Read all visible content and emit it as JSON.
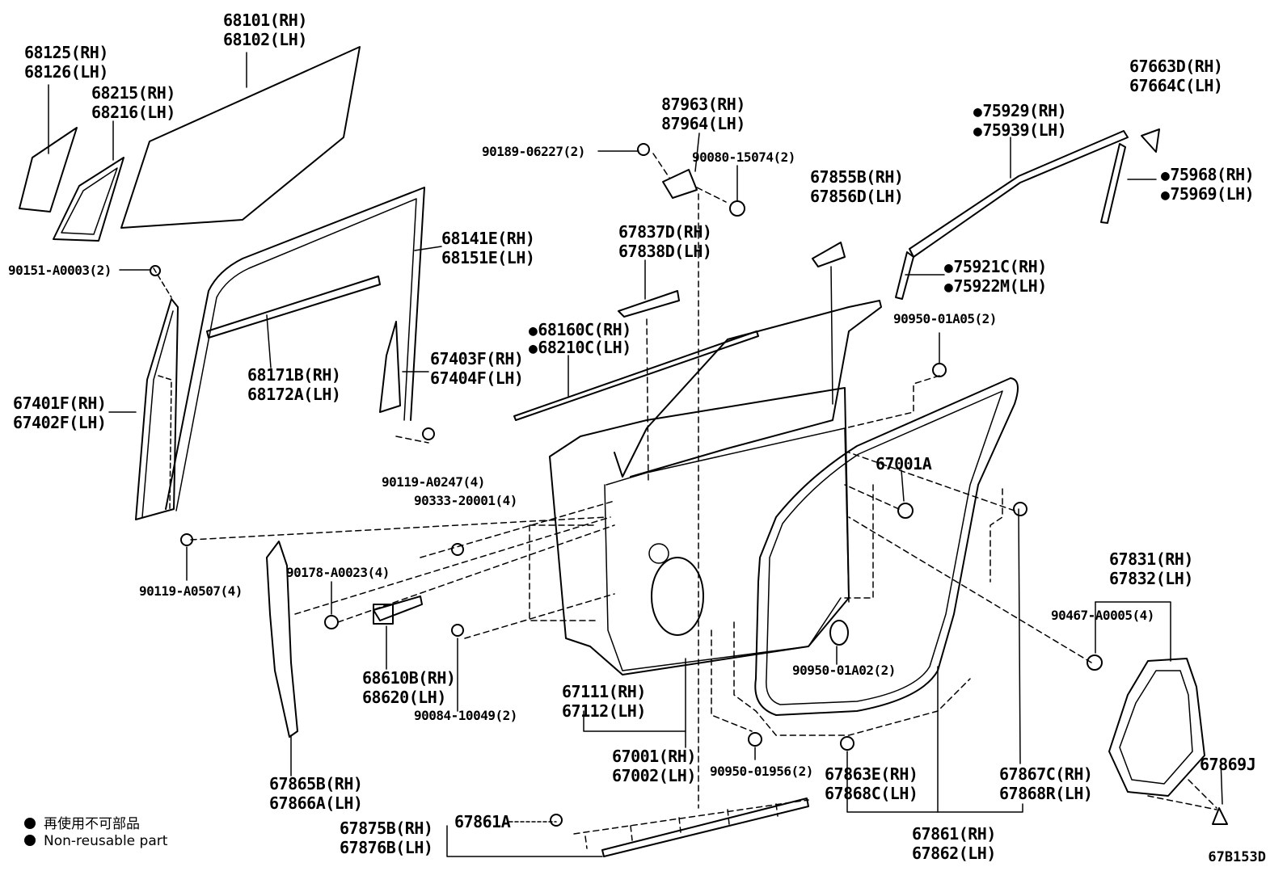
{
  "labels": {
    "p68125": "68125(RH)",
    "p68126": "68126(LH)",
    "p68101": "68101(RH)",
    "p68102": "68102(LH)",
    "p68215": "68215(RH)",
    "p68216": "68216(LH)",
    "p90151": "90151-A0003(2)",
    "p68141": "68141E(RH)",
    "p68151": "68151E(LH)",
    "p68171": "68171B(RH)",
    "p68172": "68172A(LH)",
    "p67401": "67401F(RH)",
    "p67402": "67402F(LH)",
    "p67403": "67403F(RH)",
    "p67404": "67404F(LH)",
    "p90119a": "90119-A0247(4)",
    "p90333": "90333-20001(4)",
    "p90119b": "90119-A0507(4)",
    "p90178": "90178-A0023(4)",
    "p68610": "68610B(RH)",
    "p68620": "68620(LH)",
    "p90084": "90084-10049(2)",
    "p67865": "67865B(RH)",
    "p67866": "67866A(LH)",
    "p67875": "67875B(RH)",
    "p67876": "67876B(LH)",
    "p67861a": "67861A",
    "p90189": "90189-06227(2)",
    "p87963": "87963(RH)",
    "p87964": "87964(LH)",
    "p90080": "90080-15074(2)",
    "p67837": "67837D(RH)",
    "p67838": "67838D(LH)",
    "p68160": "68160C(RH)",
    "p68210": "68210C(LH)",
    "p67855": "67855B(RH)",
    "p67856": "67856D(LH)",
    "p75929": "75929(RH)",
    "p75939": "75939(LH)",
    "p67663": "67663D(RH)",
    "p67664": "67664C(LH)",
    "p75968": "75968(RH)",
    "p75969": "75969(LH)",
    "p75921": "75921C(RH)",
    "p75922": "75922M(LH)",
    "p90950a": "90950-01A05(2)",
    "p67001a": "67001A",
    "p67831": "67831(RH)",
    "p67832": "67832(LH)",
    "p90467": "90467-A0005(4)",
    "p90950b": "90950-01A02(2)",
    "p67111": "67111(RH)",
    "p67112": "67112(LH)",
    "p67001": "67001(RH)",
    "p67002": "67002(LH)",
    "p90950c": "90950-01956(2)",
    "p67863": "67863E(RH)",
    "p67868c": "67868C(LH)",
    "p67867": "67867C(RH)",
    "p67868r": "67868R(LH)",
    "p67869": "67869J",
    "p67861": "67861(RH)",
    "p67862": "67862(LH)"
  },
  "legend": {
    "line1": "再使用不可部品",
    "line2": "Non-reusable part"
  },
  "diagram_code": "67B153D"
}
